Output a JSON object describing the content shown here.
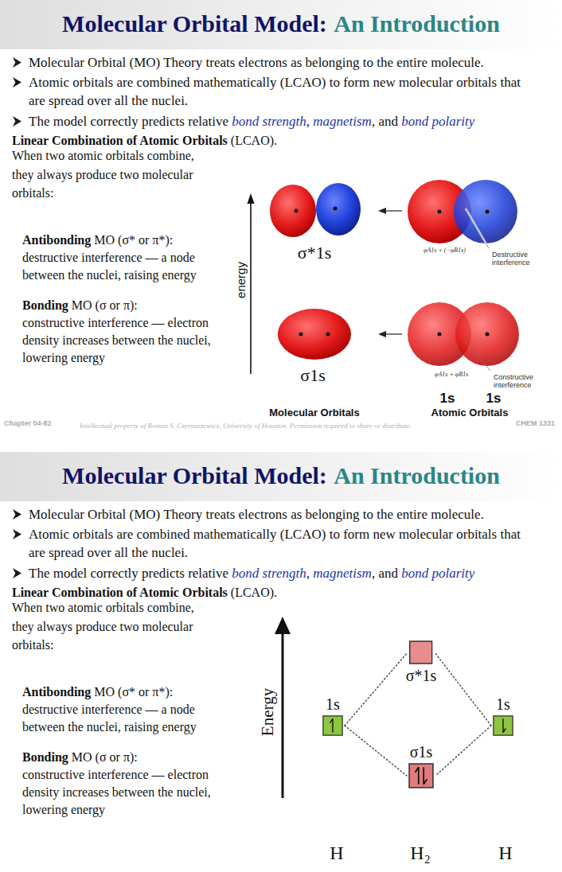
{
  "diagram": {
    "nodes": [
      {
        "text": [
          "1s"
        ]
      },
      {
        "text": [
          "σ*1s"
        ]
      },
      {
        "text": [
          "σ1s"
        ]
      },
      {
        "text": [
          "1s"
        ]
      }
    ],
    "edges": [
      {
        "from": 0,
        "to": 1,
        "arrow": "none"
      },
      {
        "from": 0,
        "to": 2,
        "arrow": "none"
      },
      {
        "from": 3,
        "to": 1,
        "arrow": "none"
      },
      {
        "from": 3,
        "to": 2,
        "arrow": "none"
      }
    ],
    "labels": [
      "Molecular Orbital Model:",
      "An Introduction",
      "Molecular Orbital (MO) Theory treats electrons as belonging to the entire molecule.",
      "Atomic orbitals are combined mathematically (LCAO) to form new molecular orbitals that are spread over all the nuclei.",
      "The model correctly predicts relative",
      "bond strength",
      ",",
      "magnetism",
      ", and",
      "bond polarity",
      "Linear Combination of Atomic Orbitals",
      "(LCAO).",
      "When two atomic orbitals combine, they always produce two molecular orbitals:",
      "Antibonding",
      "MO (σ* or π*):",
      "destructive interference — a node between the nuclei, raising energy",
      "Bonding",
      "MO (σ or π):",
      "constructive interference — electron density increases between the nuclei, lowering energy",
      "energy",
      "σ*1s",
      "φA1s + (−φB1s)",
      "Destructive interference",
      "σ1s",
      "φA1s + φB1s",
      "Constructive interference",
      "1s",
      "1s",
      "Molecular Orbitals",
      "Atomic Orbitals",
      "Chapter 04-82",
      "Intellectual property of Roman S. Czernuszewicz, University of Houston. Permission required to share or distribute.",
      "CHEM 1331",
      "Molecular Orbital Model:",
      "An Introduction",
      "Molecular Orbital (MO) Theory treats electrons as belonging to the entire molecule.",
      "Atomic orbitals are combined mathematically (LCAO) to form new molecular orbitals that are spread over all the nuclei.",
      "The model correctly predicts relative",
      "bond strength",
      ",",
      "magnetism",
      ", and",
      "bond polarity",
      "Linear Combination of Atomic Orbitals",
      "(LCAO).",
      "When two atomic orbitals combine, they always produce two molecular orbitals:",
      "Antibonding",
      "MO (σ* or π*):",
      "destructive interference — a node between the nuclei, raising energy",
      "Bonding",
      "MO (σ or π):",
      "constructive interference — electron density increases between the nuclei, lowering energy",
      "Energy",
      "H",
      "H₂",
      "H"
    ]
  }
}
